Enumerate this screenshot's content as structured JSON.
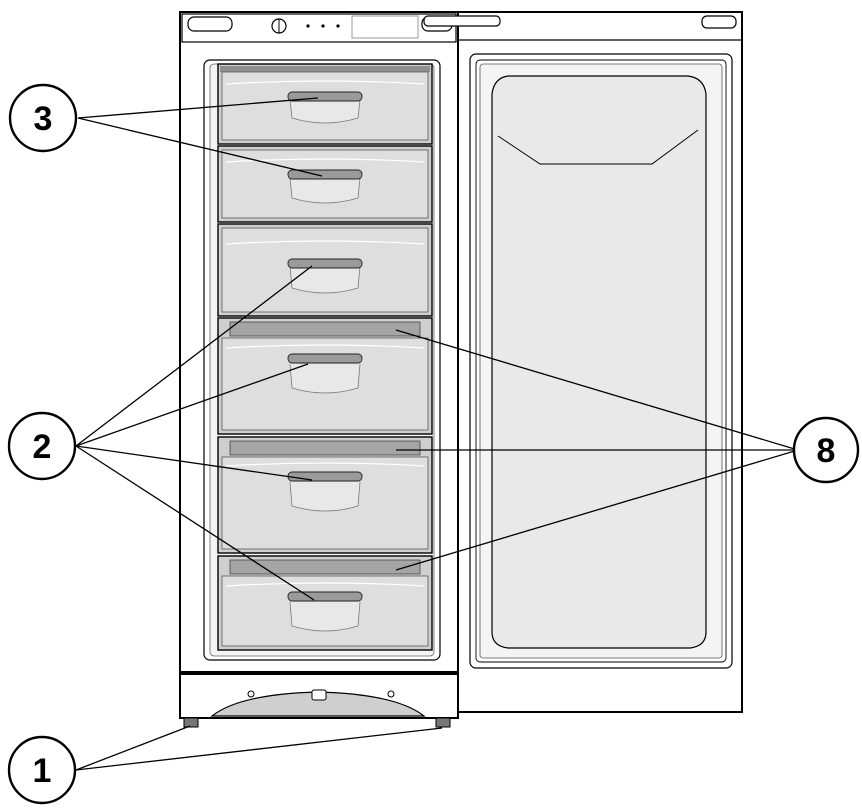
{
  "callouts": [
    {
      "id": "c3",
      "label": "3"
    },
    {
      "id": "c2",
      "label": "2"
    },
    {
      "id": "c8",
      "label": "8"
    },
    {
      "id": "c1",
      "label": "1"
    }
  ],
  "colors": {
    "outline": "#000000",
    "drawer_fill": "#dcdcdc",
    "drawer_front": "#e6e6e6",
    "handle": "#9a9a9a",
    "shelf": "#a5a5a5",
    "door_liner": "#e9e9e9",
    "background": "#ffffff"
  }
}
